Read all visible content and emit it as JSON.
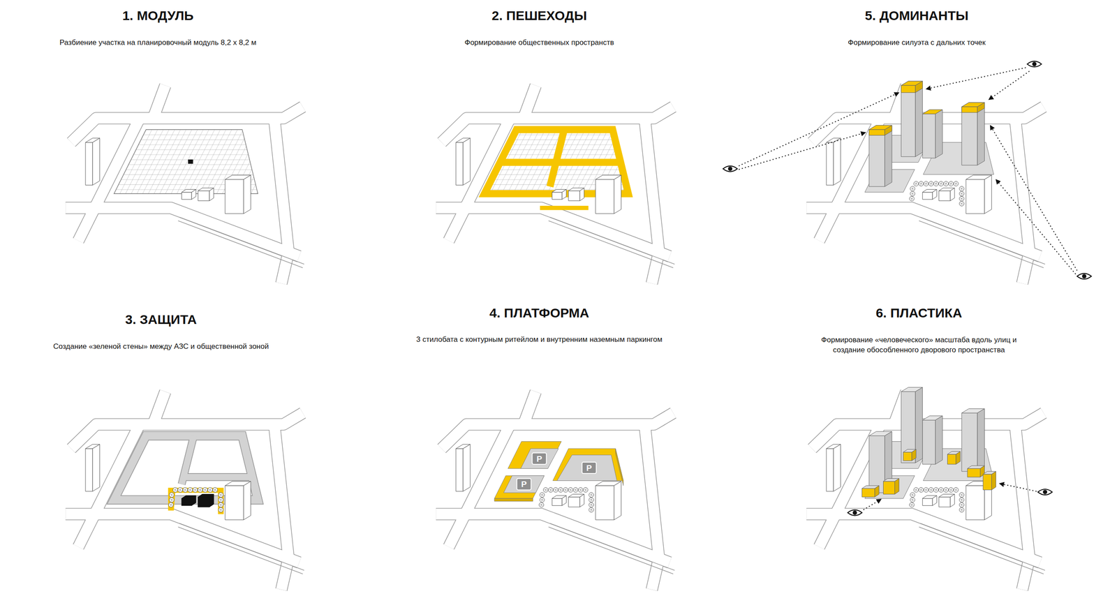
{
  "diagram": {
    "labels": [
      "1. МОДУЛЬ",
      "Разбиение участка на планировочный модуль 8,2 х 8,2 м",
      "2. ПЕШЕХОДЫ",
      "Формирование общественных пространств",
      "5. ДОМИНАНТЫ",
      "Формирование силуэта с дальних точек",
      "3. ЗАЩИТА",
      "Создание «зеленой стены» между АЗС и общественной зоной",
      "4. ПЛАТФОРМА",
      "3 стилобата с контурным ритейлом и внутренним наземным паркингом",
      "6. ПЛАСТИКА",
      "Формирование «человеческого» масштаба вдоль улиц и создание обособленного дворового пространства",
      "P",
      "P",
      "P"
    ]
  }
}
